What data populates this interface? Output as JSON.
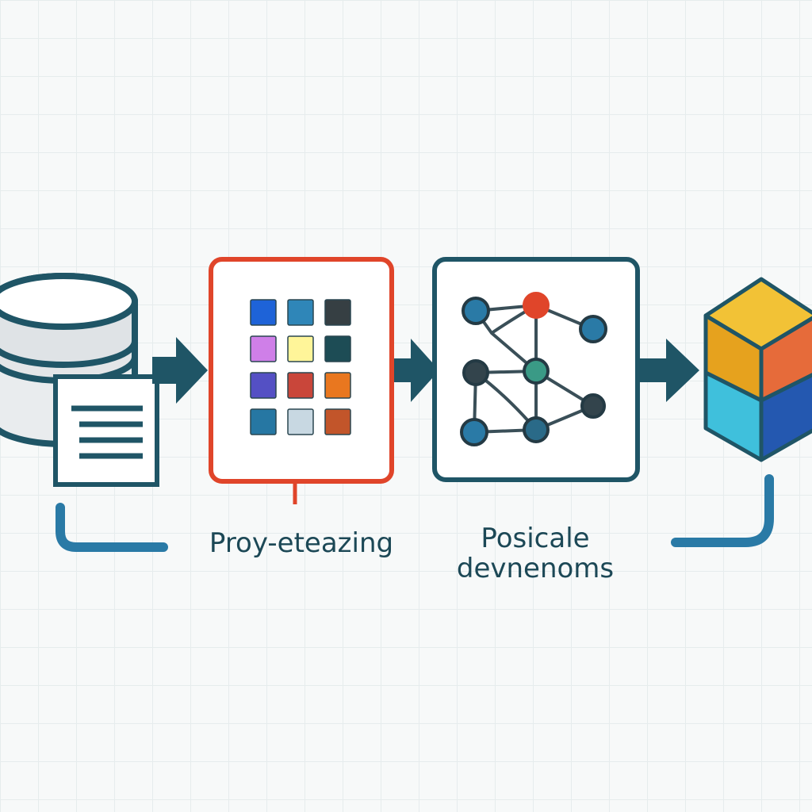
{
  "labels": {
    "stage2": "Proy-eteazing",
    "stage3_line1": "Posicale",
    "stage3_line2": "devnenoms"
  },
  "colors": {
    "primary": "#1f5566",
    "accent_red": "#e0452a",
    "accent_blue": "#2a7aa6",
    "background": "#f7f9f9"
  },
  "tiles": [
    "#1e63d8",
    "#2f86b8",
    "#363f43",
    "#cf7fe8",
    "#fff599",
    "#1d4c55",
    "#5450c4",
    "#c9463a",
    "#e9771f",
    "#2677a3",
    "#c8d8e2",
    "#c2552a"
  ],
  "icons": [
    "database-icon",
    "document-icon",
    "arrow-right-icon",
    "grid-icon",
    "network-graph-icon",
    "cube-icon"
  ]
}
